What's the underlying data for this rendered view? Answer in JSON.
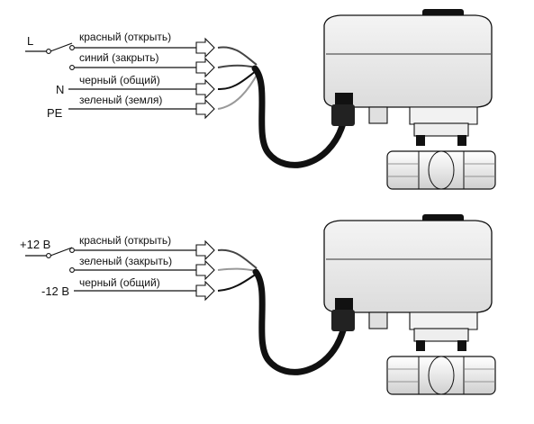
{
  "diagram_top": {
    "terminals": [
      "L",
      "N",
      "PE"
    ],
    "wires": [
      {
        "label": "красный (открыть)",
        "color": "#444444"
      },
      {
        "label": "синий (закрыть)",
        "color": "#444444"
      },
      {
        "label": "черный (общий)",
        "color": "#111111"
      },
      {
        "label": "зеленый (земля)",
        "color": "#999999"
      }
    ]
  },
  "diagram_bottom": {
    "terminals": [
      "+12 В",
      "-12 В"
    ],
    "wires": [
      {
        "label": "красный (открыть)",
        "color": "#444444"
      },
      {
        "label": "зеленый (закрыть)",
        "color": "#999999"
      },
      {
        "label": "черный (общий)",
        "color": "#111111"
      }
    ]
  }
}
